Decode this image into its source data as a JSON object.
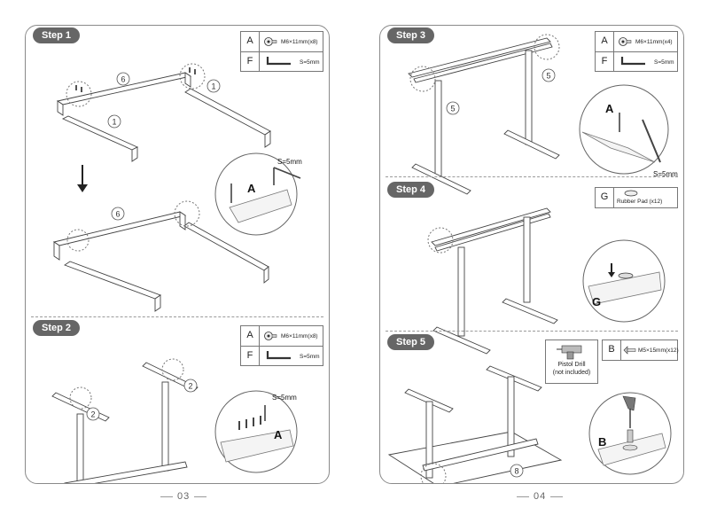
{
  "pages": [
    {
      "number": "03",
      "steps": [
        {
          "label": "Step 1",
          "parts": [
            {
              "letter": "A",
              "icon": "bolt-icon",
              "text": "M6×11mm(x8)"
            },
            {
              "letter": "F",
              "icon": "hex-key-icon",
              "text": "S=5mm"
            }
          ],
          "callouts": [
            "6",
            "1",
            "1",
            "6"
          ],
          "detail_letter": "A",
          "detail_text": "S=5mm"
        },
        {
          "label": "Step 2",
          "parts": [
            {
              "letter": "A",
              "icon": "bolt-icon",
              "text": "M6×11mm(x8)"
            },
            {
              "letter": "F",
              "icon": "hex-key-icon",
              "text": "S=5mm"
            }
          ],
          "callouts": [
            "2",
            "2"
          ],
          "detail_letter": "A",
          "detail_text": "S=5mm"
        }
      ]
    },
    {
      "number": "04",
      "steps": [
        {
          "label": "Step 3",
          "parts": [
            {
              "letter": "A",
              "icon": "bolt-icon",
              "text": "M6×11mm(x4)"
            },
            {
              "letter": "F",
              "icon": "hex-key-icon",
              "text": "S=5mm"
            }
          ],
          "callouts": [
            "5",
            "5"
          ],
          "detail_letter": "A",
          "detail_text": "S=5mm"
        },
        {
          "label": "Step 4",
          "parts": [
            {
              "letter": "G",
              "icon": "rubber-pad-icon",
              "text": "Rubber Pad (x12)"
            }
          ],
          "detail_letter": "G"
        },
        {
          "label": "Step 5",
          "tool": {
            "line1": "Pistol Drill",
            "line2": "(not included)"
          },
          "parts": [
            {
              "letter": "B",
              "icon": "screw-icon",
              "text": "M5×15mm(x12)"
            }
          ],
          "callouts": [
            "8"
          ],
          "detail_letter": "B"
        }
      ]
    }
  ]
}
